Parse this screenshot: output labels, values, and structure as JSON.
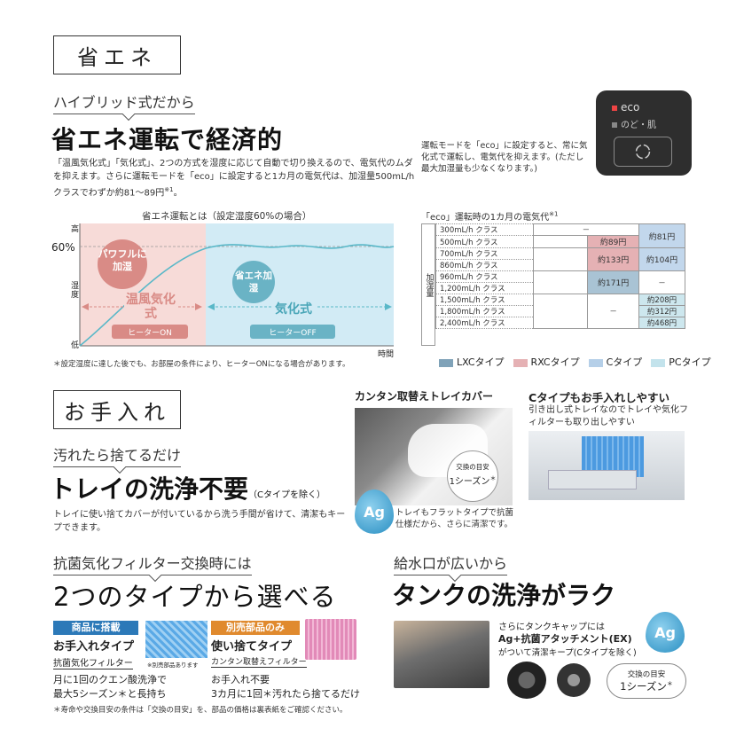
{
  "eco": {
    "section_title": "省エネ",
    "kicker": "ハイブリッド式だから",
    "headline": "省エネ運転で経済的",
    "body": "「温風気化式」「気化式」、2つの方式を湿度に応じて自動で切り換えるので、電気代のムダを抑えます。さらに運転モードを「eco」に設定すると1カ月の電気代は、加湿量500mL/hクラスでわずか約81～89円",
    "body_note_mark": "※1",
    "body_end": "。",
    "panel_eco": "eco",
    "panel_nodo": "のど・肌",
    "panel_text": "運転モードを「eco」に設定すると、常に気化式で運転し、電気代を抑えます。(ただし最大加湿量も少なくなります。)",
    "chart_title": "省エネ運転とは（設定湿度60%の場合）",
    "chart_note": "＊設定湿度に達した後でも、お部屋の条件により、ヒーターONになる場合があります。"
  },
  "chart_data": {
    "type": "line",
    "title": "省エネ運転とは（設定湿度60%の場合）",
    "y_ticks": [
      "高",
      "60%",
      "湿度",
      "低"
    ],
    "ylabel": "湿度",
    "xlabel": "時間",
    "left_zone": {
      "bubble": "パワフルに加湿",
      "mode": "温風気化式",
      "heater": "ヒーターON",
      "color": "#f6d8d6"
    },
    "right_zone": {
      "bubble": "省エネ加湿",
      "mode": "気化式",
      "heater": "ヒーターOFF",
      "color": "#cfe9f4"
    },
    "curve": "rises to 60% then oscillates"
  },
  "table": {
    "title": "「eco」運転時の1カ月の電気代",
    "title_mark": "※1",
    "side_label": "加湿量",
    "rows": [
      "300mL/h クラス",
      "500mL/h クラス",
      "700mL/h クラス",
      "860mL/h クラス",
      "960mL/h クラス",
      "1,200mL/h クラス",
      "1,500mL/h クラス",
      "1,800mL/h クラス",
      "2,400mL/h クラス"
    ],
    "values": {
      "dash": "－",
      "rxc_89": "約89円",
      "rxc_133": "約133円",
      "lxc_171": "約171円",
      "c_81": "約81円",
      "c_104": "約104円",
      "pc_208": "約208円",
      "pc_312": "約312円",
      "pc_468": "約468円"
    },
    "legend": [
      {
        "name": "LXCタイプ",
        "color": "#7fa2b8"
      },
      {
        "name": "RXCタイプ",
        "color": "#e5b1b4"
      },
      {
        "name": "Cタイプ",
        "color": "#b5cfe8"
      },
      {
        "name": "PCタイプ",
        "color": "#c3e3ec"
      }
    ]
  },
  "care": {
    "section_title": "お手入れ",
    "kicker": "汚れたら捨てるだけ",
    "headline": "トレイの洗浄不要",
    "headline_small": "（Cタイプを除く）",
    "body": "トレイに使い捨てカバーが付いているから洗う手間が省けて、清潔もキープできます。",
    "tray_title": "カンタン取替えトレイカバー",
    "tray_badge_top": "交換の目安",
    "tray_badge_main": "1シーズン",
    "tray_badge_mark": "＊",
    "ag": "Ag",
    "tray_text": "トレイもフラットタイプで抗菌仕様だから、さらに清潔です。",
    "ctype_title": "Cタイプもお手入れしやすい",
    "ctype_text": "引き出し式トレイなのでトレイや気化フィルターも取り出しやすい"
  },
  "filter": {
    "kicker": "抗菌気化フィルター交換時には",
    "headline": "2つのタイプから選べる",
    "tag1": "商品に搭載",
    "name1": "お手入れタイプ",
    "sub1": "抗菌気化フィルター",
    "tiny1": "※別売部品あります",
    "text1a": "月に1回のクエン酸洗浄で",
    "text1b": "最大5シーズン＊と長持ち",
    "tag2": "別売部品のみ",
    "name2": "使い捨てタイプ",
    "sub2": "カンタン取替えフィルター",
    "text2a": "お手入れ不要",
    "text2b": "3カ月に1回＊汚れたら捨てるだけ",
    "note": "＊寿命や交換目安の条件は「交換の目安」を、部品の価格は裏表紙をご確認ください。"
  },
  "tank": {
    "kicker": "給水口が広いから",
    "headline": "タンクの洗浄がラク",
    "text1": "さらにタンクキャップには",
    "text2": "Ag+抗菌アタッチメント(EX)",
    "text3": "がついて清潔キープ(Cタイプを除く)",
    "badge_top": "交換の目安",
    "badge_main": "1シーズン",
    "badge_mark": "＊"
  }
}
